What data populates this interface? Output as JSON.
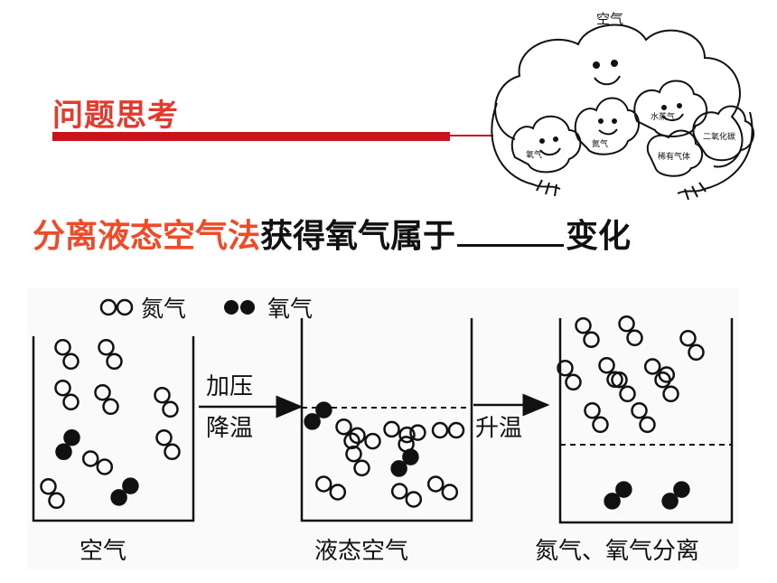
{
  "title": "问题思考",
  "cartoon": {
    "label": "空气",
    "cloud_labels": [
      "氧气",
      "氮气",
      "水蒸气",
      "二氧化碳",
      "稀有气体"
    ]
  },
  "question": {
    "highlight": "分离液态空气法",
    "middle": "获得氧气属于",
    "end": "变化"
  },
  "legend": {
    "nitrogen": "氮气",
    "oxygen": "氧气"
  },
  "arrow1": {
    "line1": "加压",
    "line2": "降温"
  },
  "arrow2": {
    "line1": "升温"
  },
  "containers": [
    {
      "label": "空气"
    },
    {
      "label": "液态空气"
    },
    {
      "label": "氮气、氧气分离"
    }
  ],
  "colors": {
    "title_red": "#e5392e",
    "bar_red": "#c9141b",
    "highlight_red": "#f04a28"
  }
}
